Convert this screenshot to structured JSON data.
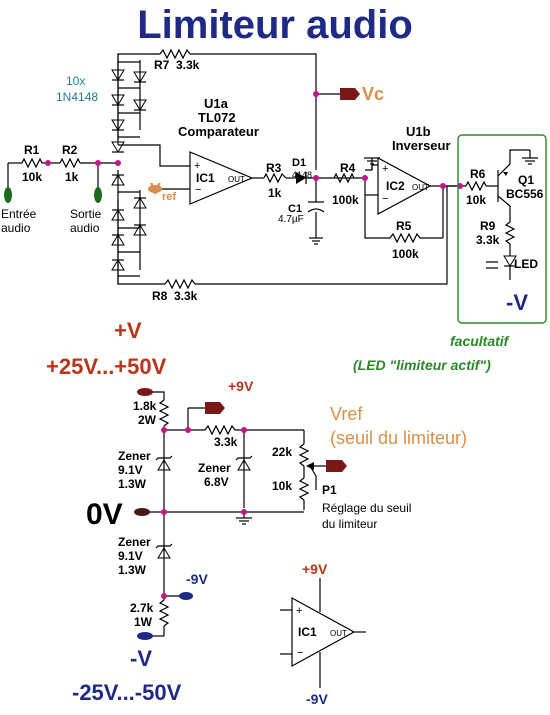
{
  "title": "Limiteur audio",
  "colors": {
    "title": "#1f2a86",
    "supply_red": "#b8351a",
    "vref_orange": "#d98e4a",
    "dark_blue": "#1f2a86",
    "green": "#2a8a2a",
    "cyan": "#1e7f96",
    "junction": "#c0168a"
  },
  "diodes": {
    "count": "10x",
    "part": "1N4148"
  },
  "components": {
    "r7": "R7",
    "r7_val": "3.3k",
    "r8": "R8",
    "r8_val": "3.3k",
    "r1": "R1",
    "r1_val": "10k",
    "r2": "R2",
    "r2_val": "1k",
    "r3": "R3",
    "r3_val": "1k",
    "d1": "D1",
    "d1_val": "4148",
    "c1": "C1",
    "c1_val": "4.7µF",
    "r4": "R4",
    "r4_val": "100k",
    "r5": "R5",
    "r5_val": "100k",
    "r6": "R6",
    "r6_val": "10k",
    "q1": "Q1",
    "q1_val": "BC556",
    "r9": "R9",
    "r9_val": "3.3k",
    "led": "LED",
    "ic1": "IC1",
    "ic2": "IC2",
    "out": "OUT"
  },
  "u1a": {
    "name": "U1a",
    "part": "TL072",
    "role": "Comparateur"
  },
  "u1b": {
    "name": "U1b",
    "role": "Inverseur"
  },
  "nodes": {
    "vc": "Vc",
    "vref": "V",
    "vref_sub": "ref",
    "input": [
      "Entrée",
      "audio"
    ],
    "output": [
      "Sortie",
      "audio"
    ]
  },
  "optional": {
    "minus_v": "-V",
    "label": "facultatif",
    "desc": "(LED \"limiteur actif\")"
  },
  "supply": {
    "plus_v": "+V",
    "plus_range": "+25V...+50V",
    "minus_v": "-V",
    "minus_range": "-25V...-50V",
    "zero_v": "0V",
    "plus9": "+9V",
    "minus9": "-9V",
    "r_top": "1.8k",
    "r_top_w": "2W",
    "zener1": [
      "Zener",
      "9.1V",
      "1.3W"
    ],
    "zener2": [
      "Zener",
      "9.1V",
      "1.3W"
    ],
    "zener3": [
      "Zener",
      "6.8V"
    ],
    "r_mid": "3.3k",
    "r_bot": "2.7k",
    "r_bot_w": "1W",
    "pot_r": "22k",
    "pot_p": "10k",
    "p1": "P1",
    "p1_desc": [
      "Réglage du seuil",
      "du limiteur"
    ],
    "vref_title": "Vref",
    "vref_desc": "(seuil du limiteur)"
  },
  "opamp_pins": {
    "plus9": "+9V",
    "minus9": "-9V",
    "ic": "IC1",
    "out": "OUT"
  }
}
